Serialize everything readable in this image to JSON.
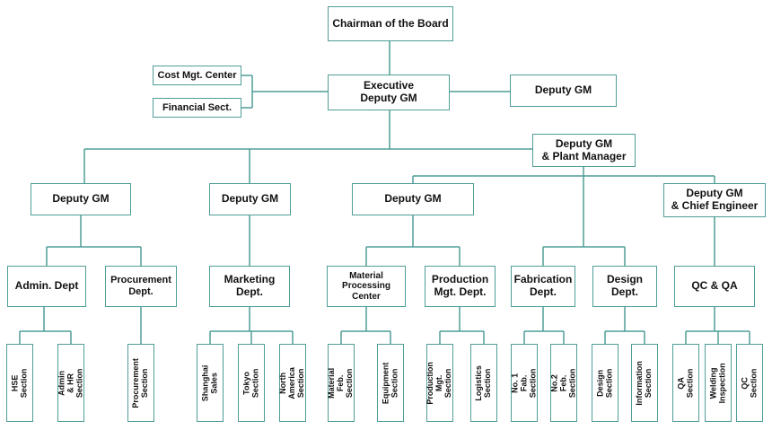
{
  "nodes": {
    "chairman": "Chairman of the Board",
    "cost_center": "Cost Mgt. Center",
    "financial_sect": "Financial Sect.",
    "exec_deputy_gm": "Executive\nDeputy GM",
    "deputy_gm_top": "Deputy GM",
    "deputy_gm_plant": "Deputy GM\n& Plant Manager",
    "deputy_gm_1": "Deputy GM",
    "deputy_gm_2": "Deputy GM",
    "deputy_gm_3": "Deputy GM",
    "deputy_gm_chief": "Deputy GM\n& Chief Engineer",
    "admin_dept": "Admin. Dept",
    "procurement_dept": "Procurement\nDept.",
    "marketing_dept": "Marketing\nDept.",
    "material_center": "Material\nProcessing\nCenter",
    "production_dept": "Production\nMgt. Dept.",
    "fabrication_dept": "Fabrication\nDept.",
    "design_dept": "Design\nDept.",
    "qc_qa": "QC & QA",
    "hse_section": "HSE Section",
    "admin_hr_section": "Admin & HR\nSection",
    "procurement_section": "Procurement\nSection",
    "shanghai_sales": "Shanghai Sales",
    "tokyo_section": "Tokyo Section",
    "north_america_section": "North America\nSection",
    "material_feb_section": "Material Feb.\nSection",
    "equipment_section": "Equipment\nSection",
    "production_mgt_section": "Production Mgt.\nSection",
    "logistics_section": "Logistics Section",
    "no1_fab_section": "No. 1 Fab.\nSection",
    "no2_feb_section": "No.2 Feb.\nSection",
    "design_section": "Design Section",
    "information_section": "Information\nSection",
    "qa_section": "QA Section",
    "welding_inspection": "Welding\nInspection",
    "qc_section": "QC Section"
  },
  "colors": {
    "border": "#4f9d97",
    "line": "#4f9d97",
    "text": "#111111"
  }
}
